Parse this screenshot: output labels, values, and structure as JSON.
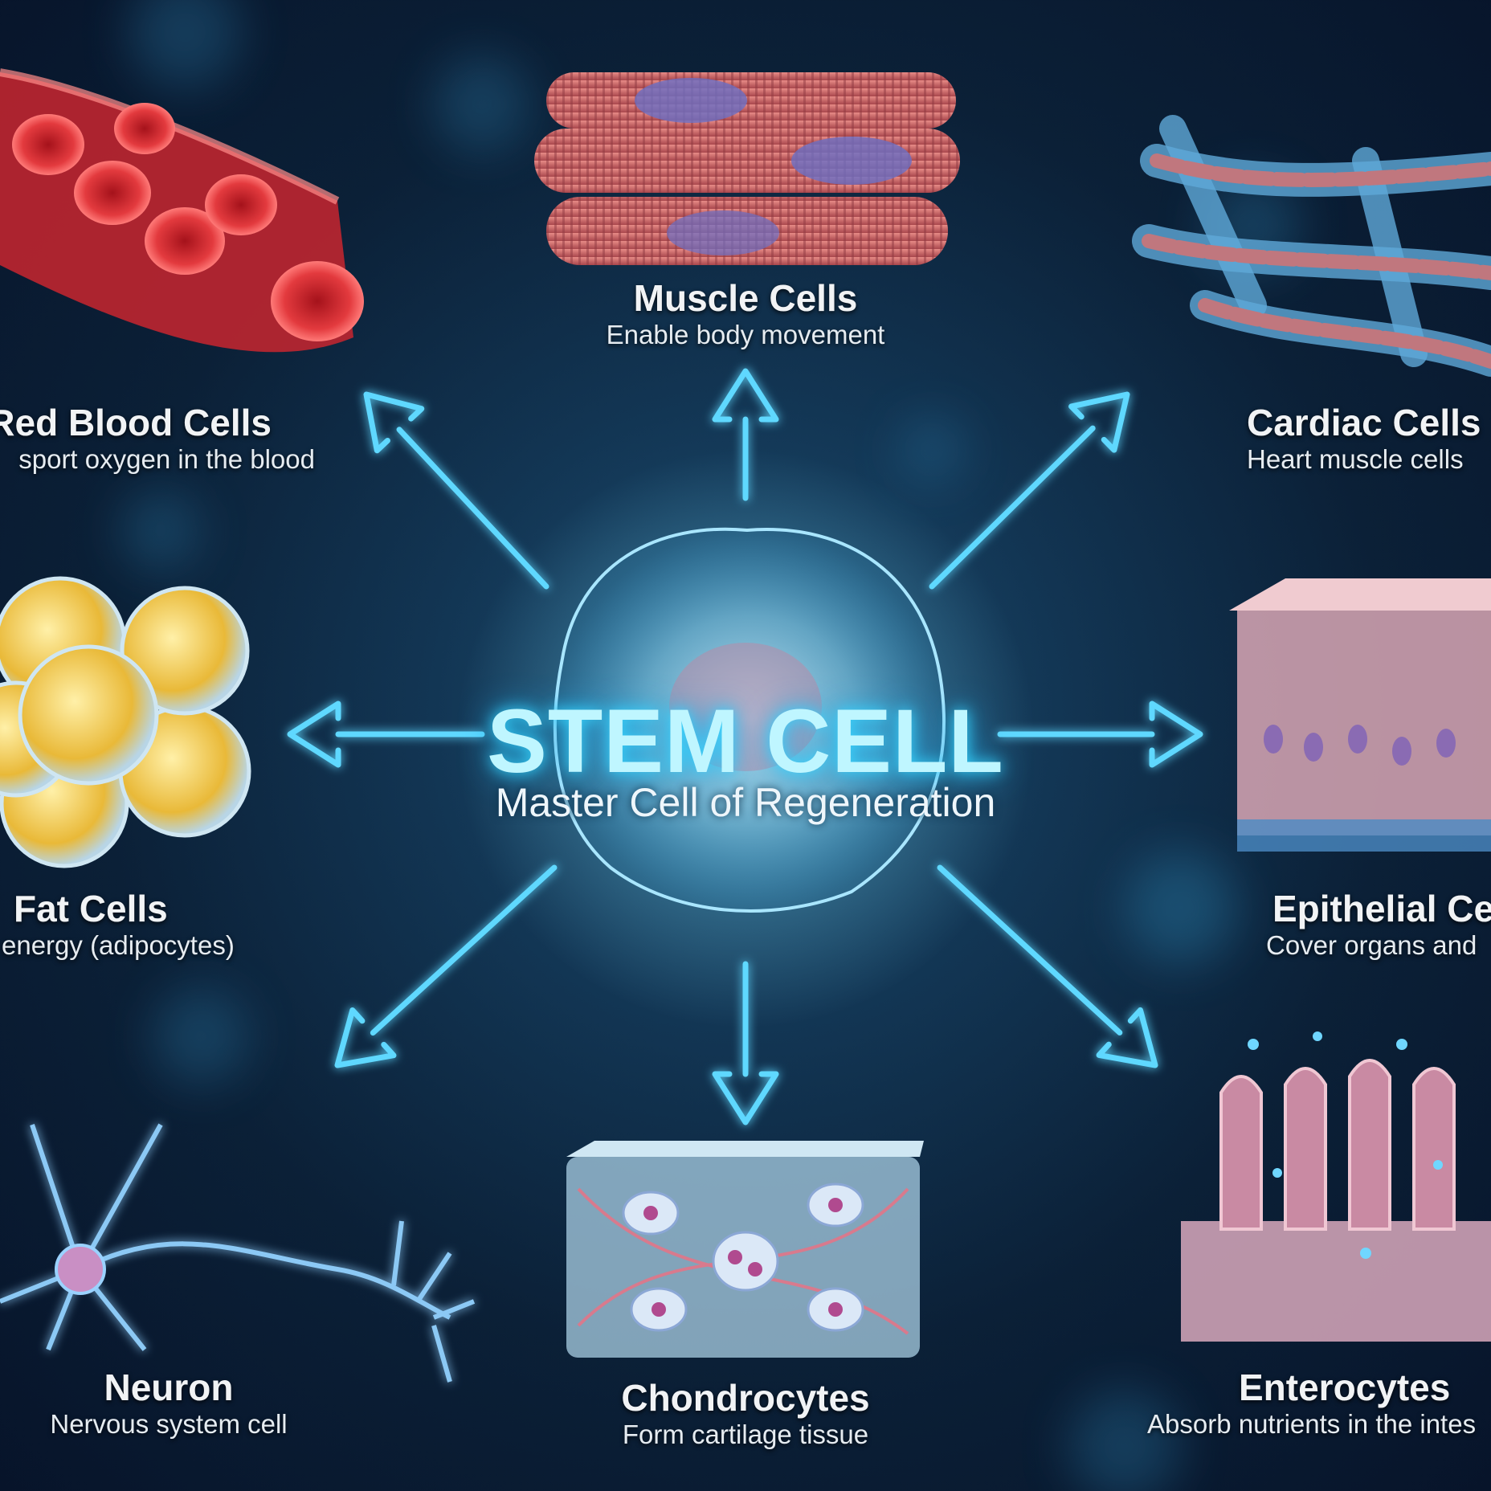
{
  "center": {
    "title": "STEM CELL",
    "subtitle": "Master Cell of Regeneration"
  },
  "cells": [
    {
      "title": "Muscle Cells",
      "subtitle": "Enable body movement"
    },
    {
      "title": "Red Blood Cells",
      "subtitle": "sport oxygen in the blood"
    },
    {
      "title": "Cardiac Cells",
      "subtitle": "Heart muscle cells"
    },
    {
      "title": "Fat Cells",
      "subtitle": "energy (adipocytes)"
    },
    {
      "title": "Epithelial Ce",
      "subtitle": "Cover organs and"
    },
    {
      "title": "Neuron",
      "subtitle": "Nervous system cell"
    },
    {
      "title": "Chondrocytes",
      "subtitle": "Form cartilage tissue"
    },
    {
      "title": "Enterocytes",
      "subtitle": "Absorb nutrients in the intes"
    }
  ],
  "colors": {
    "arrow": "#5fd8ff",
    "glow": "#36d6ff",
    "background": "#0b2037",
    "text": "#f1f3f5"
  }
}
